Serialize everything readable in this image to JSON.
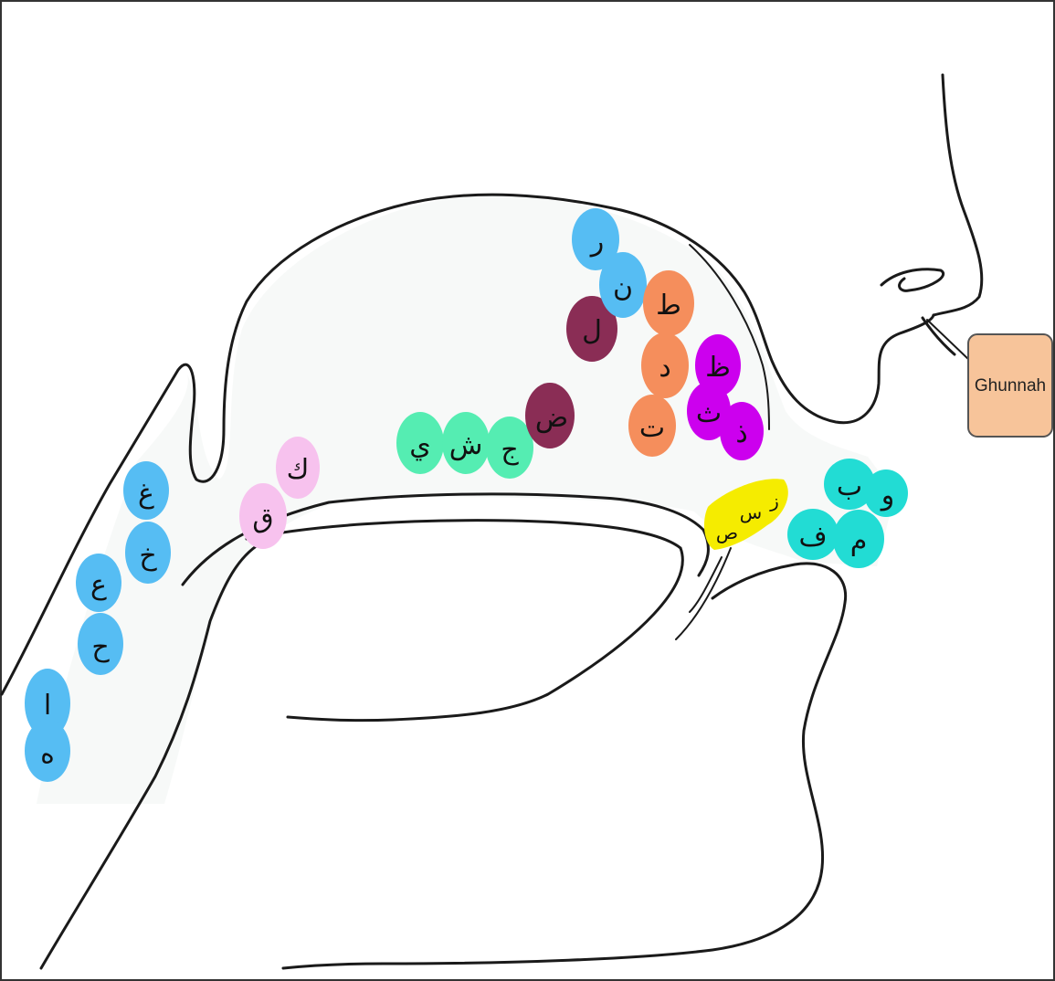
{
  "ghunnah": {
    "label": "Ghunnah",
    "color": "#f7c49a"
  },
  "colors": {
    "throat": "#56bdf3",
    "tongue_back": "#f7c2ee",
    "tongue_middle": "#55edb2",
    "dhad": "#8a2d55",
    "lam": "#8a2d55",
    "ra_nun": "#56bdf3",
    "ta_dal_ta": "#f58e5c",
    "tha_dhal_za": "#cc00ee",
    "whistling": "#f5ec00",
    "lips": "#22dcd4",
    "outline": "#1a1a1a"
  },
  "letters": {
    "ha_throat": "ه",
    "alif": "ا",
    "hha": "ح",
    "ayn": "ع",
    "kha": "خ",
    "ghayn": "غ",
    "qaf": "ق",
    "kaf": "ك",
    "ya": "ي",
    "shin": "ش",
    "jim": "ج",
    "dhad": "ض",
    "lam": "ل",
    "nun": "ن",
    "ra": "ر",
    "ta_heavy": "ط",
    "dal": "د",
    "ta": "ت",
    "za": "ظ",
    "dhal": "ذ",
    "tha": "ث",
    "za_whistle": "ز",
    "sin": "س",
    "sad": "ص",
    "waw": "و",
    "ba": "ب",
    "mim": "م",
    "fa": "ف"
  }
}
